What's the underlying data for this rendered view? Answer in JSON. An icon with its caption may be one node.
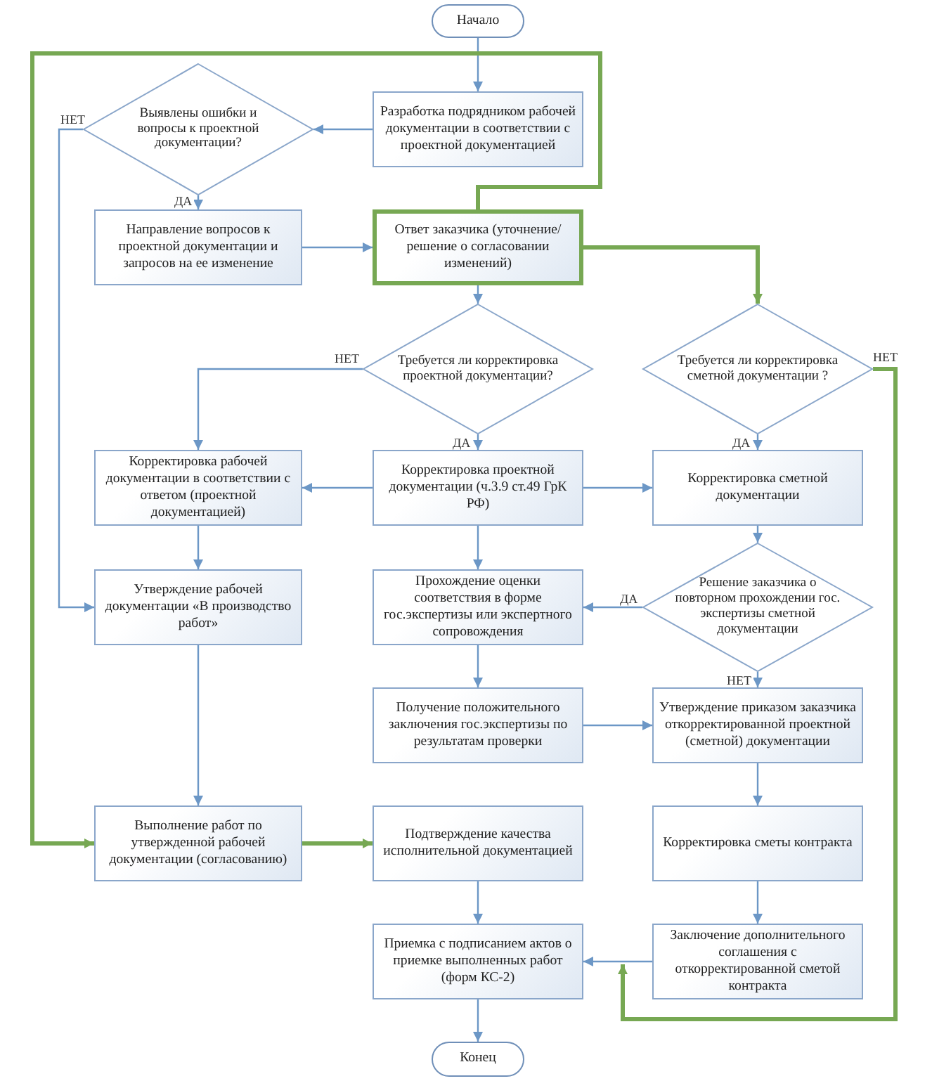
{
  "diagram": {
    "nodes": [
      {
        "text": [
          "Начало"
        ]
      },
      {
        "text": [
          "Разработка подрядником рабочей документации в соответствии с проектной документацией"
        ]
      },
      {
        "text": [
          "Выявлены ошибки и вопросы к проектной документации?"
        ]
      },
      {
        "text": [
          "Направление вопросов к проектной документации и запросов на ее изменение"
        ]
      },
      {
        "text": [
          "Ответ заказчика (уточнение/ решение о согласовании изменений)"
        ]
      },
      {
        "text": [
          "Требуется ли корректировка проектной документации?"
        ]
      },
      {
        "text": [
          "Требуется ли корректировка сметной документации ?"
        ]
      },
      {
        "text": [
          "Корректировка рабочей документации в соответствии с ответом (проектной документацией)"
        ]
      },
      {
        "text": [
          "Корректировка проектной документации (ч.3.9 ст.49 ГрК РФ)"
        ]
      },
      {
        "text": [
          "Корректировка сметной документации"
        ]
      },
      {
        "text": [
          "Утверждение рабочей документации «В производство работ»"
        ]
      },
      {
        "text": [
          "Прохождение оценки соответствия в форме гос.экспертизы или экспертного сопровождения"
        ]
      },
      {
        "text": [
          "Решение заказчика о повторном прохождении гос. экспертизы сметной документации"
        ]
      },
      {
        "text": [
          "Получение положительного заключения гос.экспертизы по результатам проверки"
        ]
      },
      {
        "text": [
          "Утверждение приказом заказчика откорректированной проектной (сметной) документации"
        ]
      },
      {
        "text": [
          "Выполнение работ по утвержденной рабочей документации (согласованию)"
        ]
      },
      {
        "text": [
          "Подтверждение качества исполнительной документацией"
        ]
      },
      {
        "text": [
          "Корректировка сметы контракта"
        ]
      },
      {
        "text": [
          "Приемка с подписанием актов о приемке выполненных работ (форм КС-2)"
        ]
      },
      {
        "text": [
          "Заключение дополнительного соглашения с откорректированной сметой контракта"
        ]
      },
      {
        "text": [
          "Конец"
        ]
      }
    ],
    "edges": [
      {
        "from": 0,
        "to": 1,
        "arrow": "to"
      },
      {
        "from": 1,
        "to": 2,
        "arrow": "to"
      },
      {
        "from": 2,
        "to": 3,
        "arrow": "to",
        "label": "ДА"
      },
      {
        "from": 2,
        "to": 10,
        "arrow": "to",
        "label": "НЕТ"
      },
      {
        "from": 3,
        "to": 4,
        "arrow": "to"
      },
      {
        "from": 4,
        "to": 5,
        "arrow": "to"
      },
      {
        "from": 4,
        "to": 6,
        "arrow": "to",
        "style": "thick",
        "color": "#77a853"
      },
      {
        "from": 4,
        "to": 15,
        "arrow": "to",
        "style": "thick",
        "color": "#77a853"
      },
      {
        "from": 5,
        "to": 7,
        "arrow": "to",
        "label": "НЕТ"
      },
      {
        "from": 5,
        "to": 8,
        "arrow": "to",
        "label": "ДА"
      },
      {
        "from": 8,
        "to": 7,
        "arrow": "to"
      },
      {
        "from": 8,
        "to": 9,
        "arrow": "to"
      },
      {
        "from": 6,
        "to": 9,
        "arrow": "to",
        "label": "ДА"
      },
      {
        "from": 6,
        "to": 18,
        "arrow": "to",
        "label": "НЕТ",
        "style": "thick",
        "color": "#77a853"
      },
      {
        "from": 7,
        "to": 10,
        "arrow": "to"
      },
      {
        "from": 10,
        "to": 15,
        "arrow": "to"
      },
      {
        "from": 8,
        "to": 11,
        "arrow": "to"
      },
      {
        "from": 9,
        "to": 12,
        "arrow": "to"
      },
      {
        "from": 12,
        "to": 11,
        "arrow": "to",
        "label": "ДА"
      },
      {
        "from": 12,
        "to": 14,
        "arrow": "to",
        "label": "НЕТ"
      },
      {
        "from": 11,
        "to": 13,
        "arrow": "to"
      },
      {
        "from": 13,
        "to": 14,
        "arrow": "to"
      },
      {
        "from": 14,
        "to": 17,
        "arrow": "to"
      },
      {
        "from": 15,
        "to": 16,
        "arrow": "to",
        "style": "thick",
        "color": "#77a853"
      },
      {
        "from": 16,
        "to": 18,
        "arrow": "to"
      },
      {
        "from": 17,
        "to": 19,
        "arrow": "to"
      },
      {
        "from": 19,
        "to": 18,
        "arrow": "to"
      },
      {
        "from": 18,
        "to": 20,
        "arrow": "to"
      }
    ]
  }
}
